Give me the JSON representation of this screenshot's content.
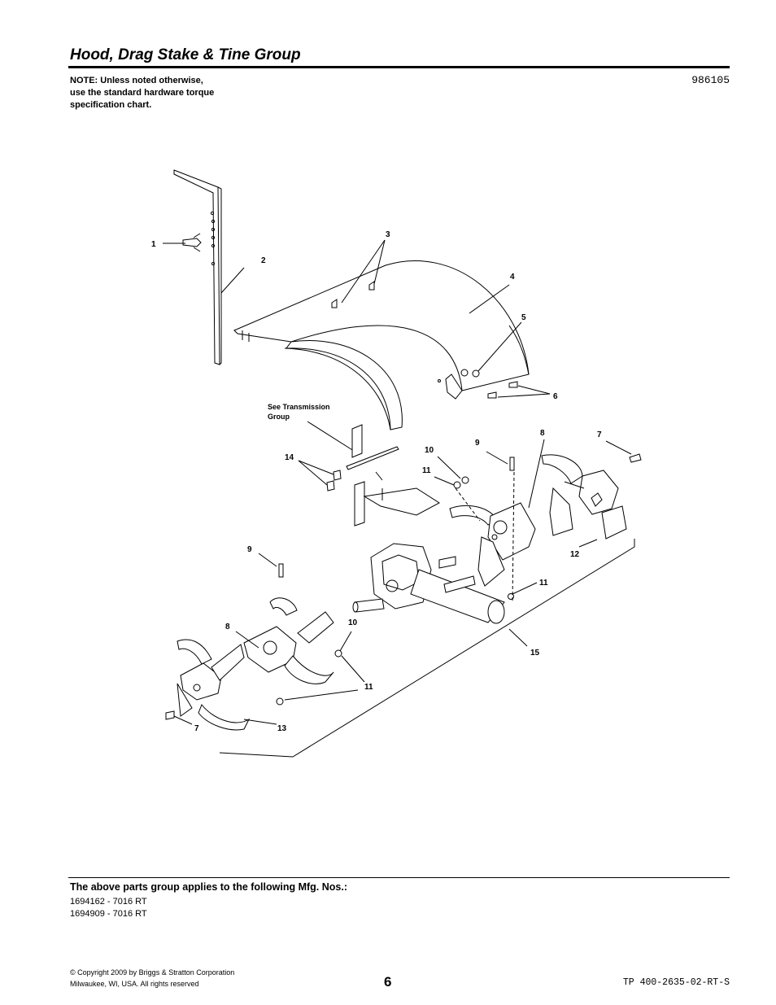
{
  "header": {
    "title": "Hood, Drag Stake & Tine Group",
    "note_lines": [
      "NOTE: Unless noted otherwise,",
      "use the standard hardware torque",
      "specification chart."
    ],
    "diagram_number": "986105"
  },
  "diagram": {
    "transmission_note_lines": [
      "See Transmission",
      "Group"
    ],
    "callouts": {
      "c1": "1",
      "c2": "2",
      "c3": "3",
      "c4": "4",
      "c5": "5",
      "c6": "6",
      "c7a": "7",
      "c7b": "7",
      "c8a": "8",
      "c8b": "8",
      "c9a": "9",
      "c9b": "9",
      "c10a": "10",
      "c10b": "10",
      "c11a": "11",
      "c11b": "11",
      "c11c": "11",
      "c12": "12",
      "c13": "13",
      "c14": "14",
      "c15": "15"
    }
  },
  "footer": {
    "applies_heading": "The above parts group applies to the following Mfg. Nos.:",
    "mfg_numbers": [
      "1694162 - 7016 RT",
      "1694909 - 7016 RT"
    ],
    "copyright_lines": [
      "© Copyright  2009 by Briggs & Stratton Corporation",
      "Milwaukee, WI, USA. All rights reserved"
    ],
    "page_number": "6",
    "doc_id": "TP 400-2635-02-RT-S"
  }
}
